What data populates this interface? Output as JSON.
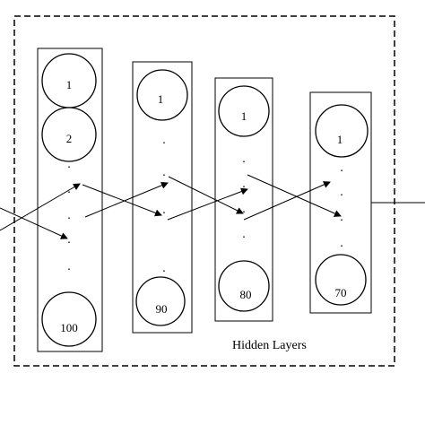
{
  "diagram": {
    "caption": "Hidden Layers",
    "dot": ".",
    "layers": [
      {
        "first_label": "1",
        "second_label": "2",
        "last_label": "100"
      },
      {
        "first_label": "1",
        "last_label": "90"
      },
      {
        "first_label": "1",
        "last_label": "80"
      },
      {
        "first_label": "1",
        "last_label": "70"
      }
    ]
  }
}
